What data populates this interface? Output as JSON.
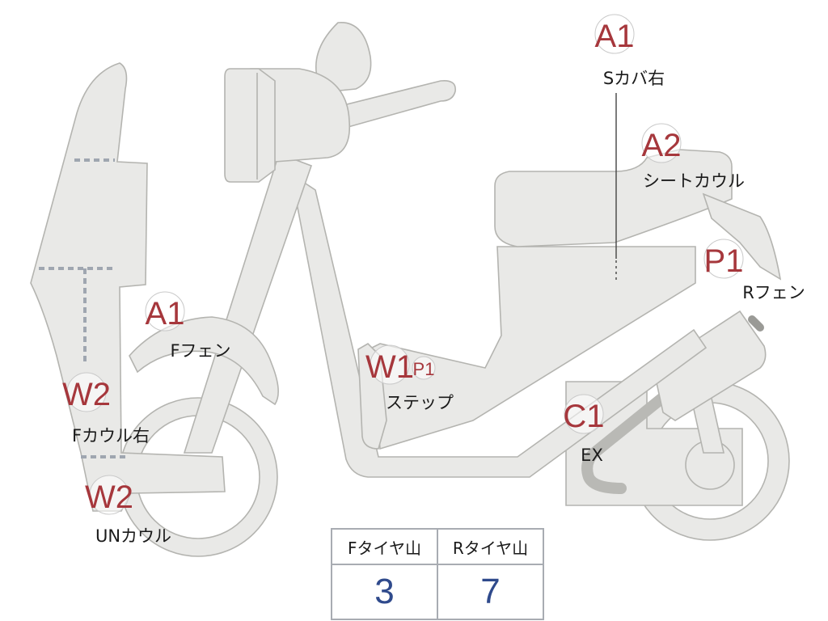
{
  "markers": {
    "a1_side_cover": {
      "code": "A1",
      "label": "Sカバ右"
    },
    "a2_seat_cowl": {
      "code": "A2",
      "label": "シートカウル"
    },
    "p1_rear_fender": {
      "code": "P1",
      "label": "Rフェン"
    },
    "a1_front_fender": {
      "code": "A1",
      "label": "Fフェン"
    },
    "w1_step": {
      "code": "W1",
      "code2": "P1",
      "label": "ステップ"
    },
    "w2_front_cowl": {
      "code": "W2",
      "label": "Fカウル右"
    },
    "w2_under_cowl": {
      "code": "W2",
      "label": "UNカウル"
    },
    "c1_exhaust": {
      "code": "C1",
      "label": "EX"
    }
  },
  "tire_table": {
    "front_header": "Fタイヤ山",
    "rear_header": "Rタイヤ山",
    "front_value": "3",
    "rear_value": "7"
  },
  "colors": {
    "part_fill": "#e9e9e7",
    "part_stroke": "#b4b4b0",
    "code_red": "#a6373c",
    "value_blue": "#2f4a8c"
  }
}
